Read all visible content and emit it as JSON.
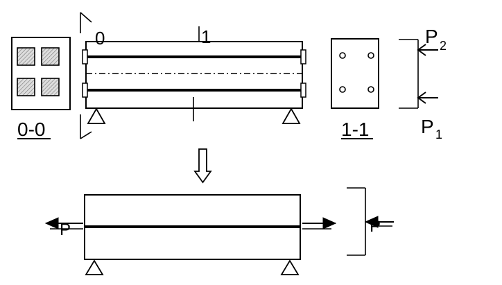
{
  "labels": {
    "section_0": "0",
    "section_1": "1",
    "section_0_caption": "0-0",
    "section_1_caption": "1-1",
    "force_p2_letter": "P",
    "force_p2_sub": "2",
    "force_p1_letter": "P",
    "force_p1_sub": "1",
    "force_p_left": "P",
    "force_p_right": "P"
  },
  "colors": {
    "stroke": "#000000",
    "hatch_fill": "#cccccc",
    "background": "#ffffff"
  },
  "icons": {
    "transition": "down-arrow-icon",
    "support": "triangle-support-icon"
  }
}
